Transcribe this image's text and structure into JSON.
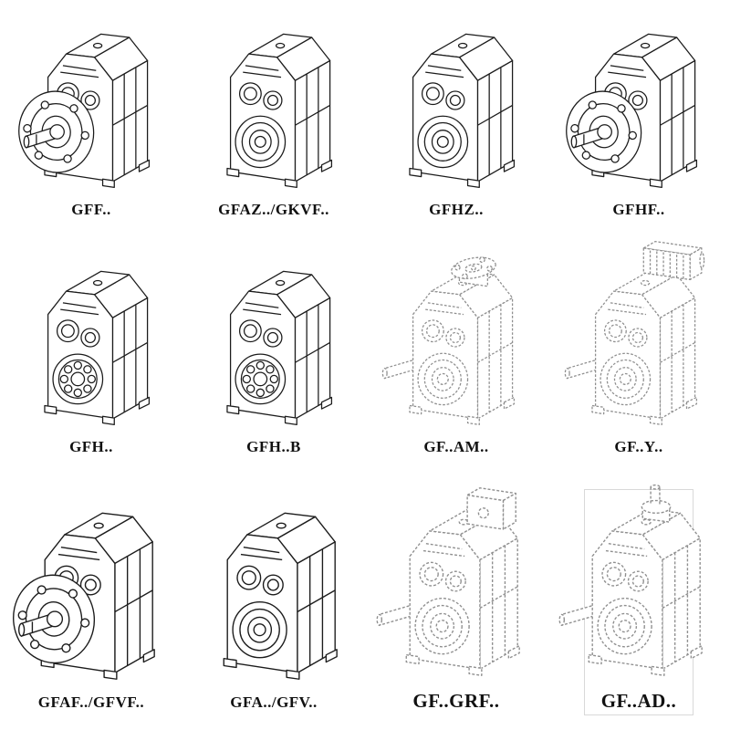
{
  "page": {
    "background": "#ffffff",
    "ink_color": "#1c1c1c",
    "ghost_ink_color": "#8f8f8f"
  },
  "catalog": {
    "items": [
      {
        "label": "GFF..",
        "drawing": "flange-output-gear-reducer",
        "line_style": "solid"
      },
      {
        "label": "GFAZ../GKVF..",
        "drawing": "hollow-shaft-gear-reducer",
        "line_style": "solid"
      },
      {
        "label": "GFHZ..",
        "drawing": "hollow-shaft-gear-reducer",
        "line_style": "solid"
      },
      {
        "label": "GFHF..",
        "drawing": "flange-output-gear-reducer",
        "line_style": "solid"
      },
      {
        "label": "GFH..",
        "drawing": "shaft-mounted-gear-reducer",
        "line_style": "solid"
      },
      {
        "label": "GFH..B",
        "drawing": "shaft-mounted-gear-reducer",
        "line_style": "solid"
      },
      {
        "label": "GF..AM..",
        "drawing": "iec-adapter-gear-reducer",
        "line_style": "dashed"
      },
      {
        "label": "GF..Y..",
        "drawing": "motor-mounted-gear-reducer",
        "line_style": "dashed"
      },
      {
        "label": "GFAF../GFVF..",
        "drawing": "flange-output-gear-reducer",
        "line_style": "solid"
      },
      {
        "label": "GFA../GFV..",
        "drawing": "hollow-shaft-gear-reducer",
        "line_style": "solid"
      },
      {
        "label": "GF..GRF..",
        "drawing": "adapter-box-gear-reducer",
        "line_style": "dashed"
      },
      {
        "label": "GF..AD..",
        "drawing": "input-shaft-gear-reducer",
        "line_style": "dashed"
      }
    ]
  }
}
